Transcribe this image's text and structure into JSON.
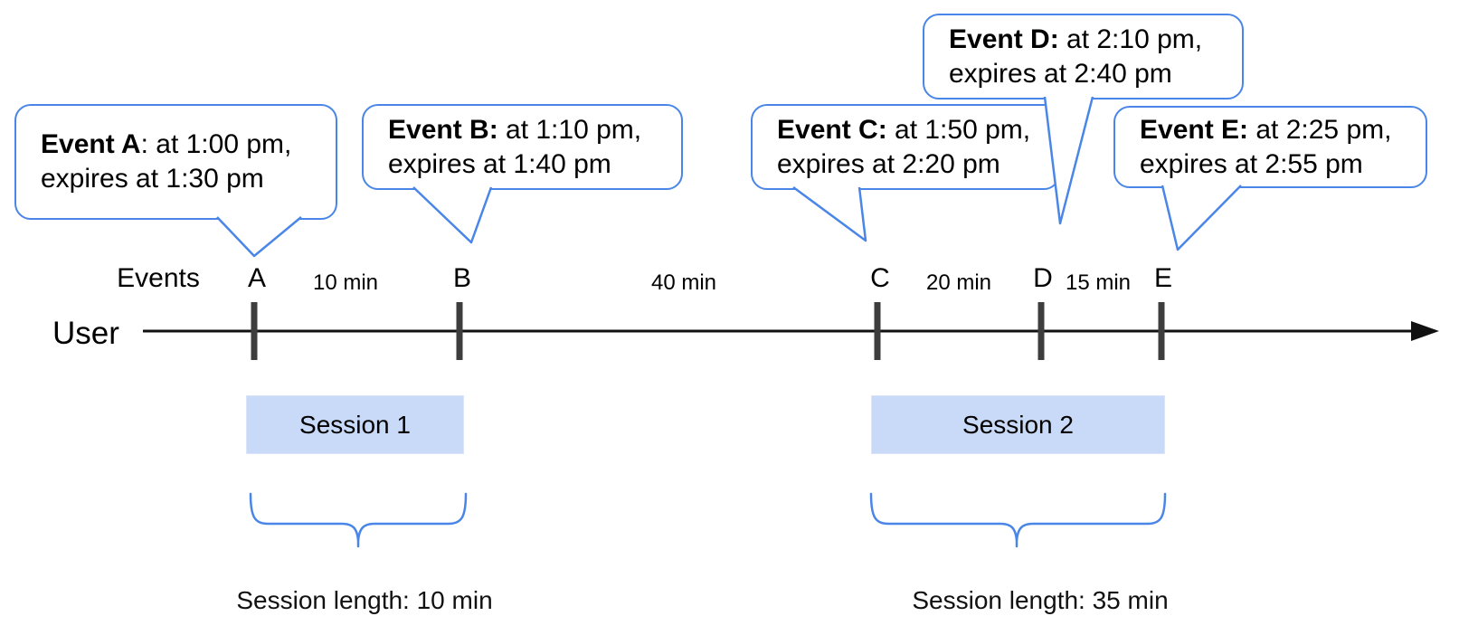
{
  "colors": {
    "accent_blue": "#4a86e8",
    "session_fill": "#c9daf8",
    "tick_gray": "#3d3d3d",
    "axis_black": "#111111"
  },
  "callouts": [
    {
      "event": "A",
      "bold": "Event A",
      "rest": ": at 1:00 pm,",
      "line2": "expires at 1:30 pm"
    },
    {
      "event": "B",
      "bold": "Event B:",
      "rest": " at 1:10 pm,",
      "line2": "expires at 1:40 pm"
    },
    {
      "event": "C",
      "bold": "Event C:",
      "rest": " at 1:50 pm,",
      "line2": "expires at 2:20 pm"
    },
    {
      "event": "D",
      "bold": "Event D:",
      "rest": " at 2:10 pm,",
      "line2": "expires at 2:40 pm"
    },
    {
      "event": "E",
      "bold": "Event E:",
      "rest": " at 2:25 pm,",
      "line2": "expires at 2:55 pm"
    }
  ],
  "timeline": {
    "user_label": "User",
    "events_label": "Events",
    "event_marks": [
      "A",
      "B",
      "C",
      "D",
      "E"
    ],
    "intervals": [
      "10 min",
      "40 min",
      "20 min",
      "15 min"
    ]
  },
  "sessions": [
    {
      "label": "Session 1",
      "length": "Session length: 10 min"
    },
    {
      "label": "Session 2",
      "length": "Session length: 35 min"
    }
  ]
}
